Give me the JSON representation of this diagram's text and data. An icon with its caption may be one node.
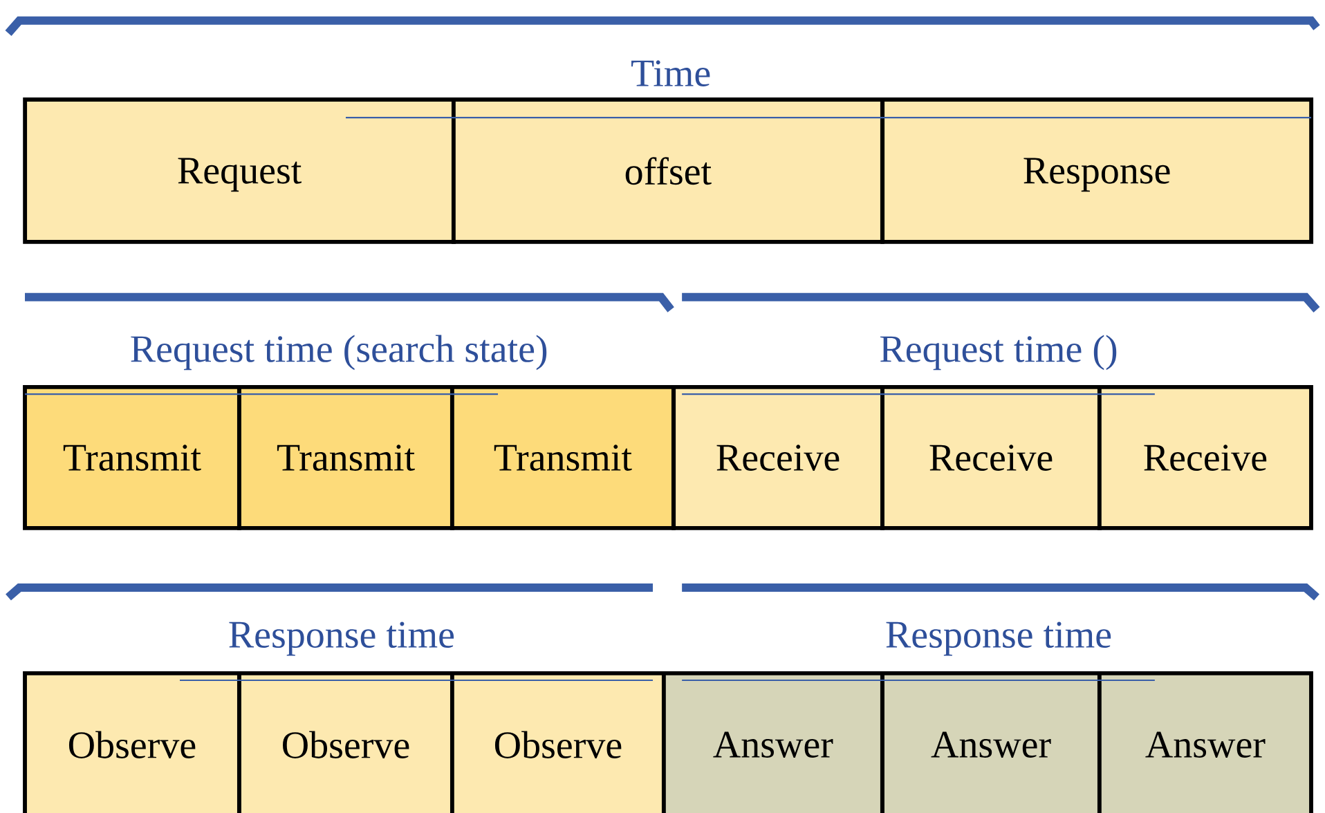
{
  "diagram": {
    "nodes": [
      {
        "text": [
          "Request"
        ]
      },
      {
        "text": [
          "offset"
        ]
      },
      {
        "text": [
          "Response"
        ]
      },
      {
        "text": [
          "Transmit"
        ]
      },
      {
        "text": [
          "Transmit"
        ]
      },
      {
        "text": [
          "Transmit"
        ]
      },
      {
        "text": [
          "Receive"
        ]
      },
      {
        "text": [
          "Receive"
        ]
      },
      {
        "text": [
          "Receive"
        ]
      },
      {
        "text": [
          "Observe"
        ]
      },
      {
        "text": [
          "Observe"
        ]
      },
      {
        "text": [
          "Observe"
        ]
      },
      {
        "text": [
          "Answer"
        ]
      },
      {
        "text": [
          "Answer"
        ]
      },
      {
        "text": [
          "Answer"
        ]
      }
    ],
    "labels": [
      "Time",
      "Request time (search state)",
      "Request time ()",
      "Response time",
      "Response time"
    ]
  }
}
